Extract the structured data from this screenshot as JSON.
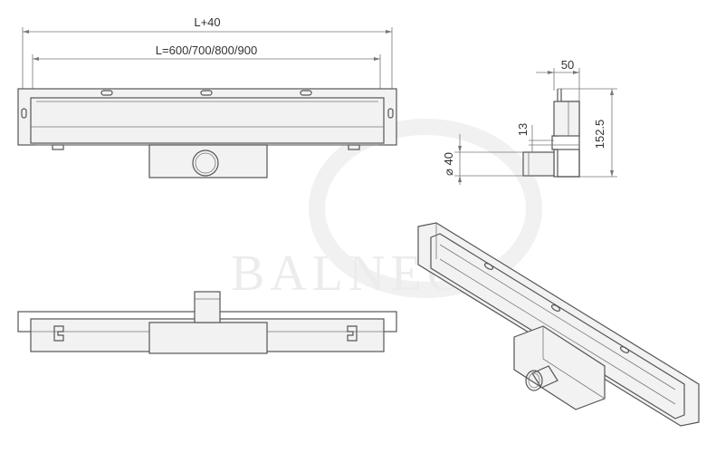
{
  "watermark": "BALNEO",
  "dimensions": {
    "overall_length": "L+40",
    "channel_length": "L=600/700/800/900",
    "depth": "50",
    "outlet_offset": "13",
    "height": "152.5",
    "outlet_diameter": "⌀ 40"
  },
  "colors": {
    "line": "#555555",
    "fill": "#f2f2f2",
    "dimension": "#777777"
  }
}
